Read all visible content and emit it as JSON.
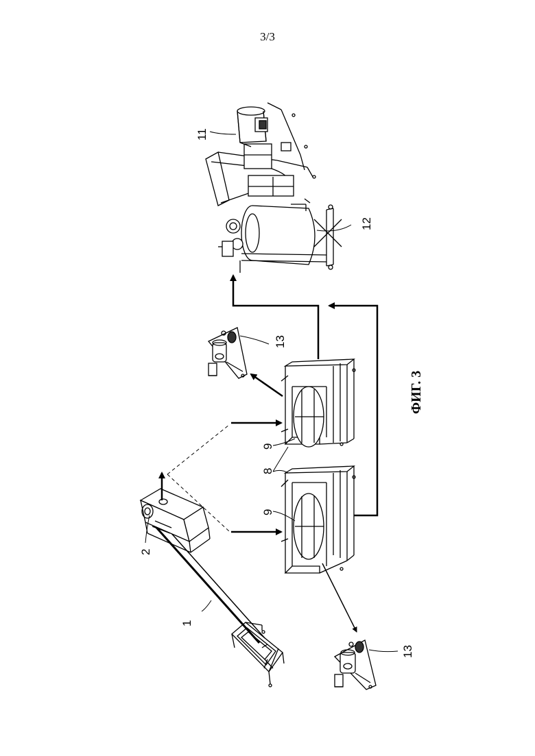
{
  "page": {
    "number": "3/3"
  },
  "figure": {
    "caption": "ФИГ. 3"
  },
  "labels": {
    "l1": "1",
    "l2": "2",
    "l8": "8",
    "l9a": "9",
    "l9b": "9",
    "l11": "11",
    "l12": "12",
    "l13a": "13",
    "l13b": "13"
  },
  "colors": {
    "ink": "#000000",
    "background": "#ffffff"
  }
}
